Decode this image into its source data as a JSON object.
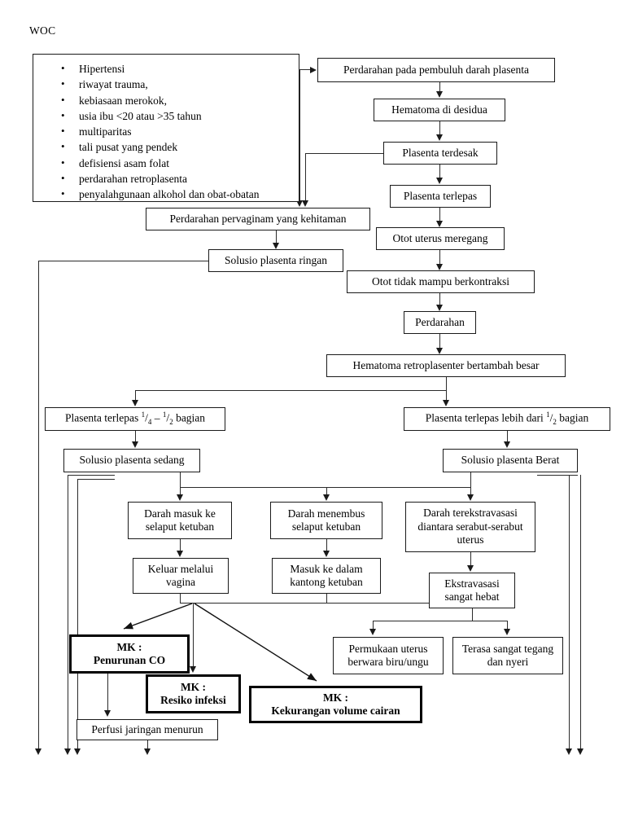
{
  "document": {
    "title": "WOC"
  },
  "risk_factors": {
    "items": [
      "Hipertensi",
      "riwayat trauma,",
      "kebiasaan merokok,",
      "usia ibu <20 atau >35 tahun",
      "multiparitas",
      "tali pusat yang pendek",
      "defisiensi asam folat",
      "perdarahan retroplasenta",
      "penyalahgunaan alkohol dan obat-obatan"
    ]
  },
  "nodes": {
    "perdarahan_pembuluh": "Perdarahan pada pembuluh darah plasenta",
    "hematoma_desidua": "Hematoma di desidua",
    "plasenta_terdesak": "Plasenta terdesak",
    "plasenta_terlepas": "Plasenta terlepas",
    "otot_meregang": "Otot uterus meregang",
    "otot_tidak_kontraksi": "Otot tidak mampu berkontraksi",
    "perdarahan": "Perdarahan",
    "hematoma_retro": "Hematoma retroplasenter bertambah besar",
    "perdarahan_pervaginam": "Perdarahan pervaginam yang kehitaman",
    "solusio_ringan": "Solusio plasenta ringan",
    "terlepas_seperempat_prefix": "Plasenta terlepas ",
    "terlepas_seperempat_suffix": " bagian",
    "terlepas_lebih_prefix": "Plasenta terlepas lebih dari ",
    "terlepas_lebih_suffix": " bagian",
    "solusio_sedang": "Solusio plasenta sedang",
    "solusio_berat": "Solusio plasenta Berat",
    "darah_masuk": "Darah masuk ke selaput ketuban",
    "darah_menembus": "Darah menembus selaput ketuban",
    "darah_terekstravasasi": "Darah terekstravasasi diantara serabut-serabut uterus",
    "keluar_vagina": "Keluar melalui vagina",
    "masuk_kantong": "Masuk ke dalam kantong ketuban",
    "ekstravasasi_hebat": "Ekstravasasi sangat hebat",
    "permukaan_biru": "Permukaan uterus berwara biru/ungu",
    "terasa_tegang": "Terasa sangat tegang dan nyeri",
    "perfusi_menurun": "Perfusi jaringan menurun"
  },
  "fractions": {
    "quarter_num": "1",
    "quarter_den": "4",
    "dash": " – ",
    "half_num": "1",
    "half_den": "2"
  },
  "nursing_diagnoses": {
    "label": "MK :",
    "penurunan_co": "Penurunan CO",
    "resiko_infeksi": "Resiko infeksi",
    "kekurangan_cairan": "Kekurangan volume cairan"
  },
  "colors": {
    "line": "#2b2b2b",
    "box_border": "#1a1a1a",
    "emphasis_border": "#000000",
    "background": "#ffffff"
  }
}
